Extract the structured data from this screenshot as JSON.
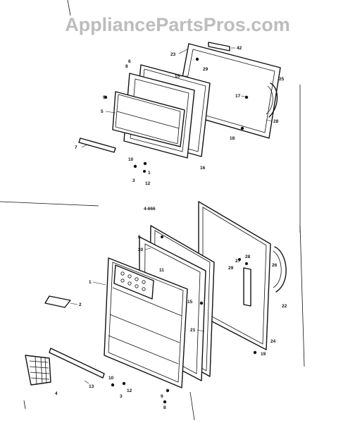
{
  "watermark": "AppliancePartsPros.com",
  "figure_tag": "4-666",
  "callouts": {
    "c42": "42",
    "c23": "23",
    "c29a": "29",
    "c6a": "6",
    "c8a": "8",
    "c15a": "15",
    "c25": "25",
    "c17": "17",
    "c9a": "9",
    "c5": "5",
    "c28": "28",
    "c18": "18",
    "c16": "16",
    "c7": "7",
    "c10a": "10",
    "c1a": "1",
    "c3a": "3",
    "c12a": "12",
    "c6b": "6",
    "c20": "20",
    "c27": "27",
    "c28b": "28",
    "c29b": "29",
    "c26": "26",
    "c11": "11",
    "c1b": "1",
    "c2": "2",
    "c15b": "15",
    "c22": "22",
    "c21": "21",
    "c24": "24",
    "c19": "19",
    "c13": "13",
    "c4": "4",
    "c10b": "10",
    "c12b": "12",
    "c3b": "3",
    "c9b": "9",
    "c8b": "8"
  }
}
